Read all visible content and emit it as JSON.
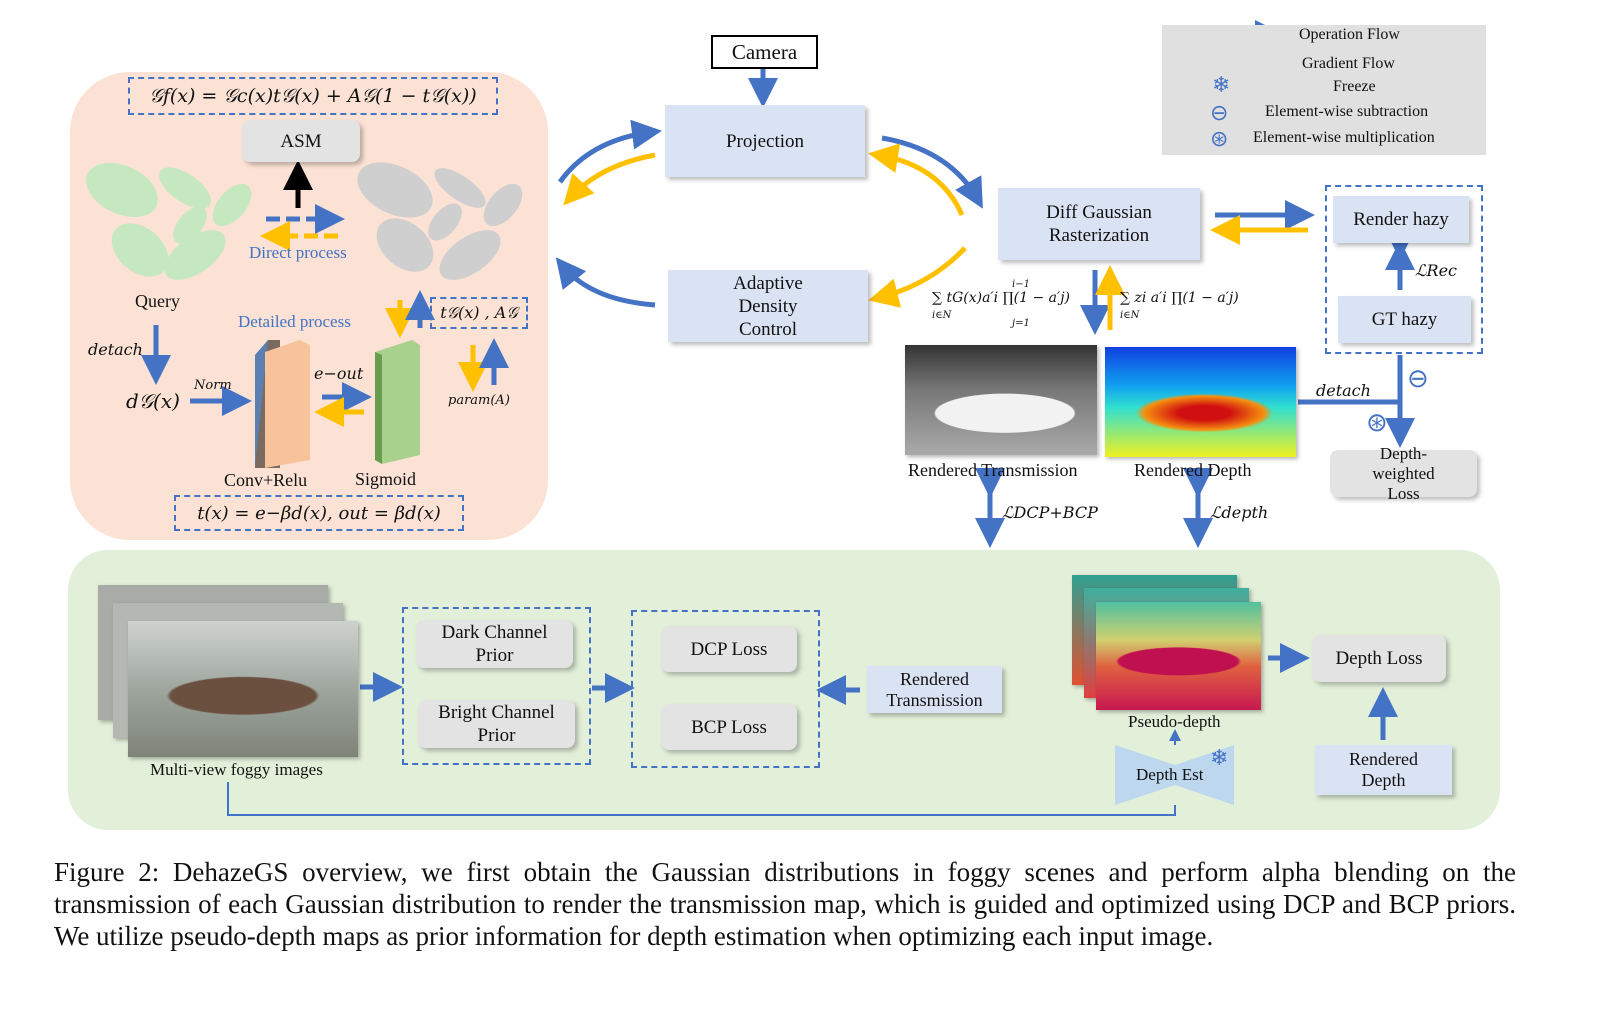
{
  "colors": {
    "operation": "#4472c4",
    "gradient": "#ffc000",
    "peach_panel": "#fbe2d4",
    "green_panel": "#e2efd9",
    "blue_box": "#dae3f3",
    "gray_box": "#e3e3e3"
  },
  "legend": {
    "items": [
      {
        "icon": "blue-arrow-icon",
        "label": "Operation Flow"
      },
      {
        "icon": "yellow-arrow-icon",
        "label": "Gradient Flow"
      },
      {
        "icon": "snowflake-icon",
        "label": "Freeze"
      },
      {
        "icon": "minus-circle-icon",
        "label": "Element-wise subtraction"
      },
      {
        "icon": "asterisk-circle-icon",
        "label": "Element-wise multiplication"
      }
    ]
  },
  "top": {
    "camera": "Camera",
    "projection": "Projection",
    "adc": "Adaptive Density Control",
    "rasterization": "Diff Gaussian Rasterization",
    "render_hazy": "Render hazy",
    "gt_hazy": "GT hazy",
    "loss_rec": "ℒRec",
    "depth_weighted": "Depth-weighted Loss",
    "detach": "detach",
    "sum_t": "∑ tG(x)a′i ∏(1 − a′j)",
    "sum_z": "∑ zi a′i ∏(1 − a′j)",
    "sum_sub": "i∈N",
    "prod_top": "i−1",
    "prod_sub": "j=1",
    "rendered_transmission": "Rendered Transmission",
    "rendered_depth": "Rendered Depth",
    "loss_dcp_bcp": "ℒDCP+BCP",
    "loss_depth": "ℒdepth"
  },
  "left": {
    "eq_top": "𝒢f(x) = 𝒢c(x)t𝒢(x) + A𝒢(1 − t𝒢(x))",
    "asm": "ASM",
    "direct": "Direct process",
    "query": "Query",
    "detailed": "Detailed process",
    "tA": "t𝒢(x) , A𝒢",
    "detach": "detach",
    "d": "d𝒢(x)",
    "norm": "Norm",
    "eout": "e−out",
    "param": "param(A)",
    "conv": "Conv+Relu",
    "sigmoid": "Sigmoid",
    "eq_bottom": "t(x) = e−βd(x), out = βd(x)"
  },
  "bottom": {
    "foggy": "Multi-view foggy images",
    "dcp": "Dark Channel Prior",
    "bcp": "Bright Channel Prior",
    "dcp_loss": "DCP Loss",
    "bcp_loss": "BCP Loss",
    "rendered_transmission": "Rendered Transmission",
    "pseudo": "Pseudo-depth",
    "depth_est": "Depth Est",
    "depth_loss": "Depth Loss",
    "rendered_depth": "Rendered Depth"
  },
  "caption": "Figure 2: DehazeGS overview, we first obtain the Gaussian distributions in foggy scenes and perform alpha blending on the transmission of each Gaussian distribution to render the transmission map, which is guided and optimized using DCP and BCP priors. We utilize pseudo-depth maps as prior information for depth estimation when optimizing each input image."
}
